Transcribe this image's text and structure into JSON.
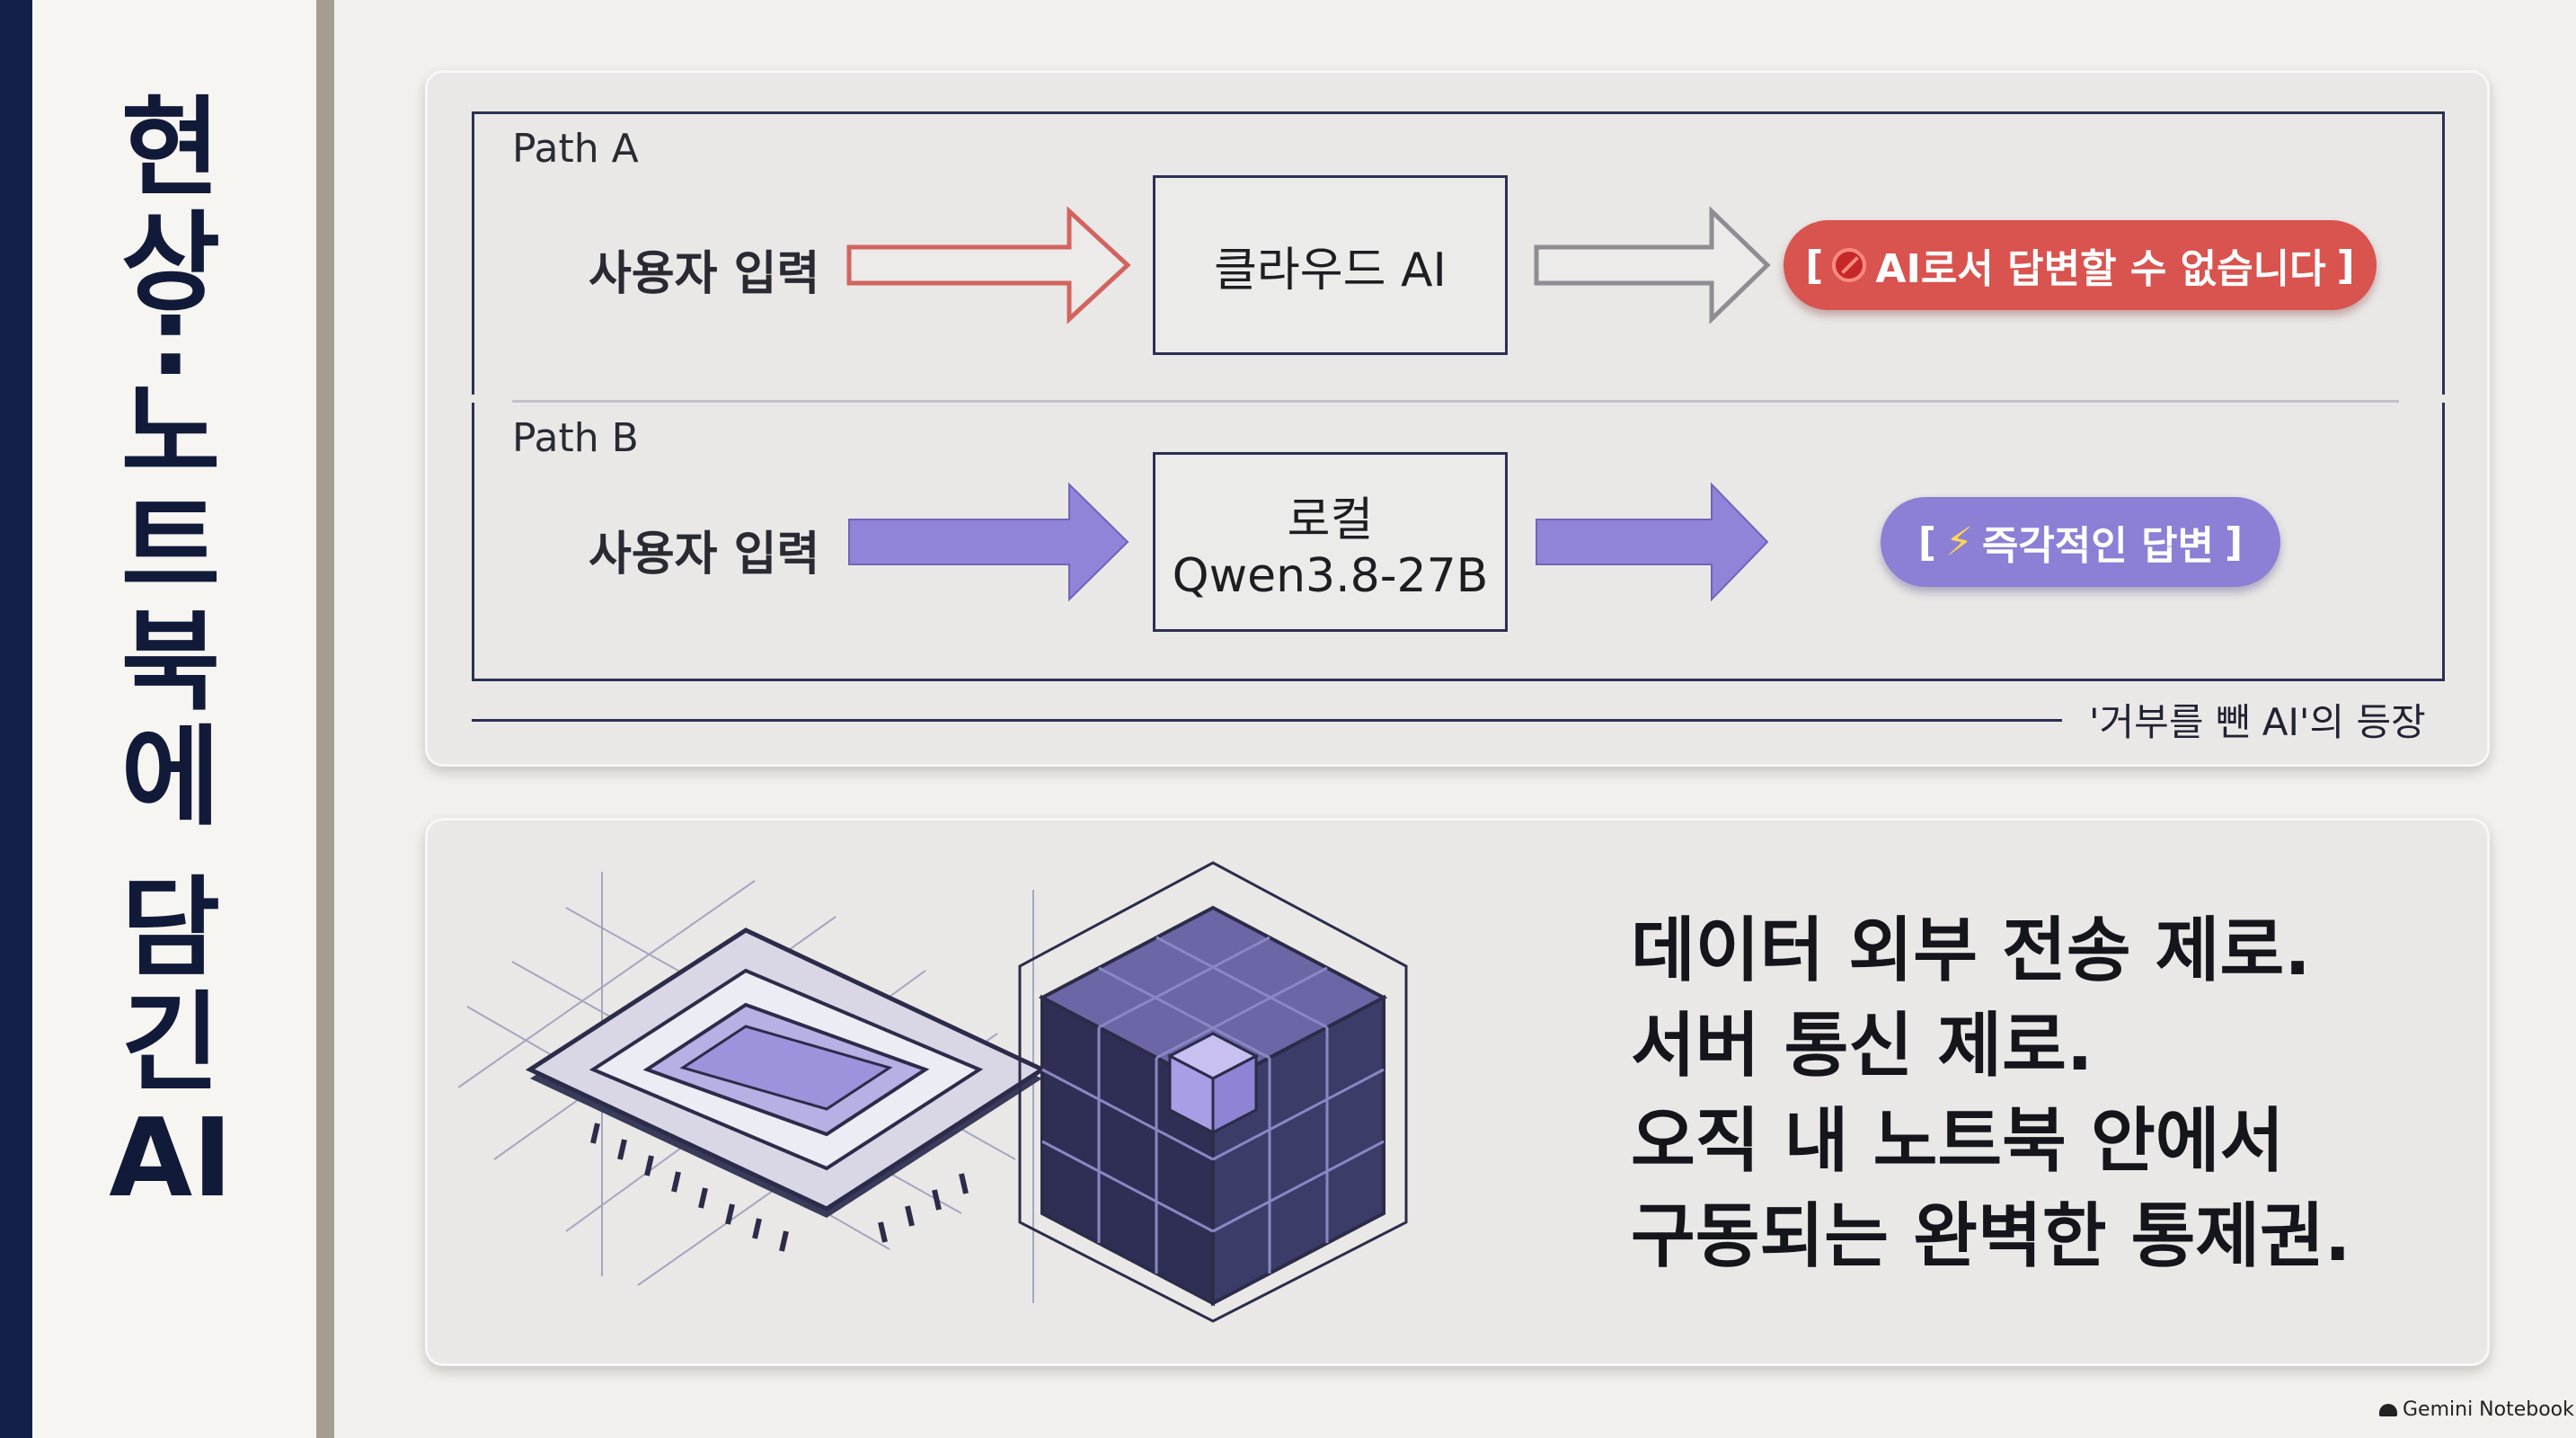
{
  "title": [
    "현",
    "상",
    ":",
    "노",
    "트",
    "북",
    "에",
    "담",
    "긴",
    "AI"
  ],
  "path_a": {
    "label": "Path A",
    "input": "사용자 입력",
    "box": "클라우드 AI",
    "result": "AI로서 답변할 수 없습니다",
    "result_open": "[",
    "result_close": "]",
    "result_icon": "prohibited-icon",
    "accent": "#d9534f"
  },
  "path_b": {
    "label": "Path B",
    "input": "사용자 입력",
    "box_line1": "로컬",
    "box_line2": "Qwen3.8-27B",
    "result": "즉각적인 답변",
    "result_open": "[",
    "result_close": "]",
    "result_icon": "lightning-icon",
    "accent": "#8b7fd6"
  },
  "caption": "'거부를 뺀 AI'의 등장",
  "statement": [
    "데이터 외부 전송 제로.",
    "서버 통신 제로.",
    "오직 내 노트북 안에서",
    "구동되는 완벽한 통제권."
  ],
  "brand": "Gemini Notebook"
}
